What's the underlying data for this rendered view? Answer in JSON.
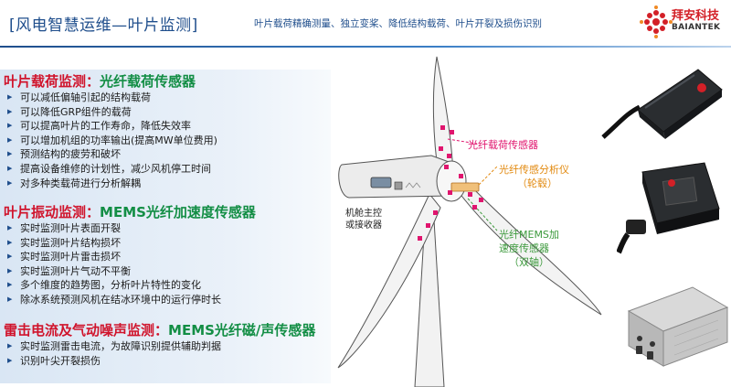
{
  "header": {
    "title": "[风电智慧运维—叶片监测]",
    "subtitle": "叶片载荷精确测量、独立变桨、降低结构载荷、叶片开裂及损伤识别",
    "logo_cn": "拜安科技",
    "logo_en": "BAIANTEK"
  },
  "sections": [
    {
      "title_red": "叶片载荷监测：",
      "title_green": "光纤载荷传感器",
      "items": [
        "可以减低偏轴引起的结构载荷",
        "可以降低GRP组件的载荷",
        "可以提高叶片的工作寿命，降低失效率",
        "可以增加机组的功率输出(提高MW单位费用)",
        "预测结构的疲劳和破坏",
        "提高设备维修的计划性，减少风机停工时间",
        "对多种类载荷进行分析解耦"
      ]
    },
    {
      "title_red": "叶片振动监测：",
      "title_green": "MEMS光纤加速度传感器",
      "items": [
        "实时监测叶片表面开裂",
        "实时监测叶片结构损坏",
        "实时监测叶片雷击损坏",
        "实时监测叶片气动不平衡",
        "多个维度的趋势图，分析叶片特性的变化",
        "除冰系统预测风机在结冰环境中的运行停时长"
      ]
    },
    {
      "title_red": "雷击电流及气动噪声监测：",
      "title_green": "MEMS光纤磁/声传感器",
      "items": [
        "实时监测雷击电流，为故障识别提供辅助判据",
        "识别叶尖开裂损伤"
      ]
    }
  ],
  "diagram": {
    "load_sensor": "光纤载荷传感器",
    "analyzer_line1": "光纤传感分析仪",
    "analyzer_line2": "（轮毂）",
    "nacelle_line1": "机舱主控",
    "nacelle_line2": "或接收器",
    "mems_line1": "光纤MEMS加",
    "mems_line2": "速度传感器",
    "mems_line3": "（双轴）"
  },
  "colors": {
    "brand_blue": "#1f4e8c",
    "title_red": "#d0142c",
    "title_green": "#138e45",
    "callout_pink": "#e0156e",
    "callout_orange": "#e28a10",
    "callout_green": "#3d9a3d"
  }
}
